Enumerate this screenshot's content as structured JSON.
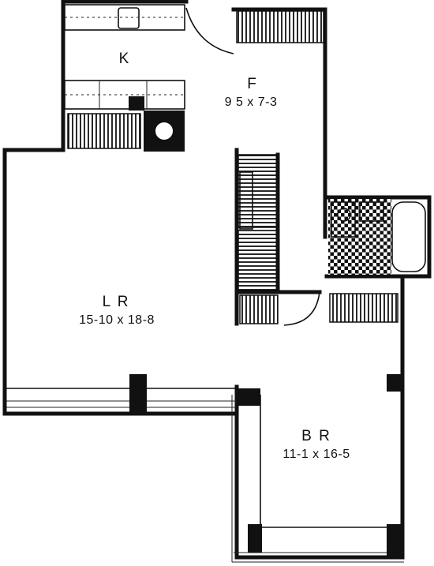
{
  "rooms": {
    "kitchen": {
      "name": "K"
    },
    "foyer": {
      "name": "F",
      "dimensions": "9 5 x 7-3"
    },
    "living_room": {
      "name": "L R",
      "dimensions": "15-10 x 18-8"
    },
    "bedroom": {
      "name": "B R",
      "dimensions": "11-1 x 16-5"
    }
  }
}
